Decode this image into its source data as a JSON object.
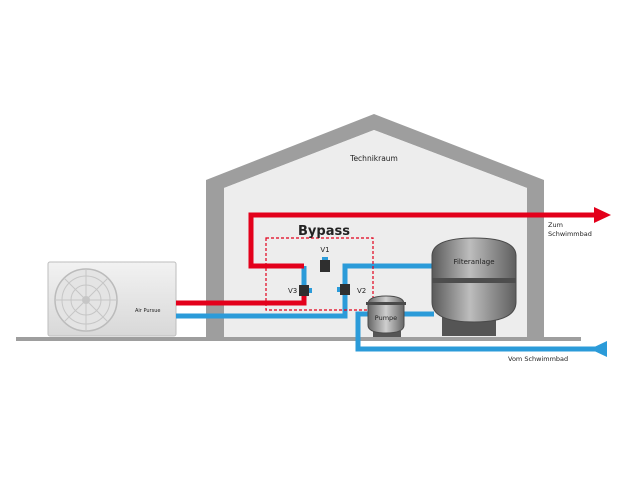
{
  "labels": {
    "room": "Technikraum",
    "bypass": "Bypass",
    "valve1": "V1",
    "valve2": "V2",
    "valve3": "V3",
    "filter": "Filteranlage",
    "pump": "Pumpe",
    "to_pool_line1": "Zum",
    "to_pool_line2": "Schwimmbad",
    "from_pool": "Vom Schwimmbad",
    "heatpump_brand": "Air Pursue"
  },
  "colors": {
    "hot_pipe": "#e3001b",
    "cold_pipe": "#2b9bd9",
    "building_wall": "#9e9e9e",
    "building_fill": "#ededed",
    "bypass_frame": "#e3001b",
    "ground": "#9e9e9e"
  },
  "icons": {
    "fan": "fan-grille-icon",
    "arrow_out": "arrow-right-icon",
    "arrow_in": "arrow-left-icon"
  }
}
